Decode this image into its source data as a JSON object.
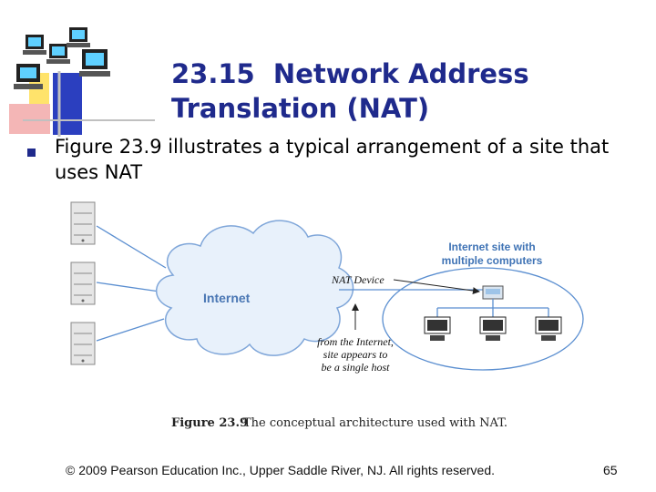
{
  "slide": {
    "title_line1": "23.15  Network Address",
    "title_line2": "Translation (NAT)",
    "bullet": "Figure 23.9 illustrates a typical arrangement of a site that uses NAT",
    "footer": "© 2009 Pearson Education Inc., Upper Saddle River, NJ. All rights reserved.",
    "page_number": "65"
  },
  "figure": {
    "cloud_label": "Internet",
    "site_label_line1": "Internet site with",
    "site_label_line2": "multiple computers",
    "nat_label": "NAT Device",
    "note_line1": "from the Internet,",
    "note_line2": "site appears to",
    "note_line3": "be a single host",
    "caption_label": "Figure 23.9",
    "caption_text": "The conceptual architecture used with NAT."
  },
  "colors": {
    "title": "#1f2a8c",
    "internet_label": "#4a77b4",
    "site_label": "#3f73b5",
    "link_lines": "#5a8ed0"
  }
}
